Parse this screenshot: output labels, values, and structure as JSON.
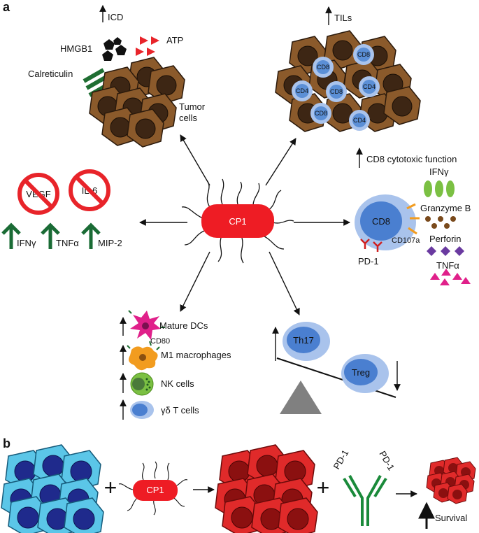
{
  "panel_labels": {
    "a": "a",
    "b": "b"
  },
  "center": {
    "label": "CP1"
  },
  "top_left": {
    "icd": "ICD",
    "hmgb1": "HMGB1",
    "atp": "ATP",
    "calreticulin": "Calreticulin",
    "tumor_cells_line1": "Tumor",
    "tumor_cells_line2": "cells"
  },
  "top_right": {
    "tils": "TILs",
    "t_cells": [
      "CD8",
      "CD8",
      "CD4",
      "CD8",
      "CD4",
      "CD8",
      "CD4"
    ],
    "cd8_cytotoxic": "CD8 cytotoxic function"
  },
  "left": {
    "vegf": "VEGF",
    "il6": "IL-6",
    "ifng": "IFNγ",
    "tnfa": "TNFα",
    "mip2": "MIP-2"
  },
  "right": {
    "cd8": "CD8",
    "pd1": "PD-1",
    "cd107a": "CD107a",
    "ifng": "IFNγ",
    "granzyme": "Granzyme B",
    "perforin": "Perforin",
    "tnfa": "TNFα"
  },
  "bottom_left": {
    "mature_dcs": "Mature DCs",
    "cd80": "CD80",
    "m1": "M1 macrophages",
    "nk": "NK cells",
    "gd": "γδ T cells"
  },
  "bottom_right": {
    "th17": "Th17",
    "treg": "Treg"
  },
  "panel_b": {
    "cp1": "CP1",
    "pd1_left": "PD-1",
    "pd1_right": "PD-1",
    "survival": "Survival",
    "plus": "+"
  },
  "colors": {
    "tumor_brown": "#8b5a2b",
    "tumor_nucleus": "#3d2614",
    "cp1_red": "#ee1c24",
    "arrow_green": "#1a6b35",
    "tcell_blue": "#5b8fd6",
    "tcell_light": "#a9c3ec",
    "cyan_cell": "#5bc6e8",
    "dark_blue_nucleus": "#1f2a8c",
    "red_cell": "#e02a2a",
    "dark_red_nucleus": "#8b1010"
  }
}
